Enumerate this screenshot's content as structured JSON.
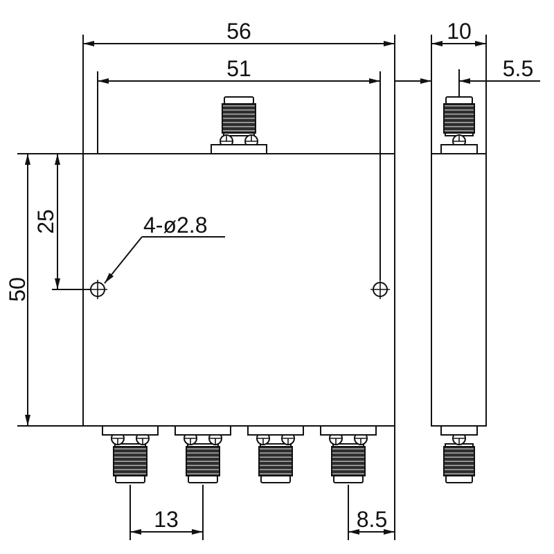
{
  "drawing": {
    "dimensions": {
      "overall_width": "56",
      "hole_spacing": "51",
      "side_thickness": "10",
      "connector_offset": "5.5",
      "hole_height": "25",
      "overall_height": "50",
      "connector_pitch": "13",
      "edge_to_connector": "8.5"
    },
    "hole_callout": "4-ø2.8"
  },
  "colors": {
    "line": "#111111",
    "background": "#ffffff",
    "thread": "#2e2e2e"
  }
}
